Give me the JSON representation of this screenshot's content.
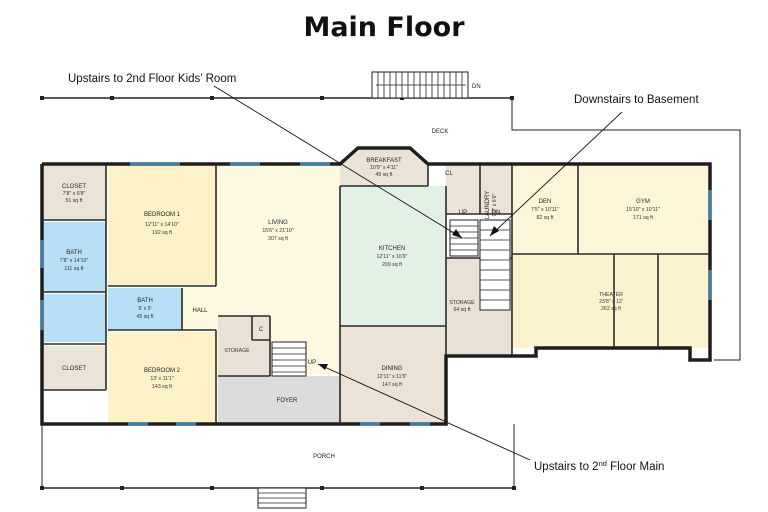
{
  "title": "Main Floor",
  "callouts": {
    "kids_room": "Upstairs to 2nd Floor Kids’ Room",
    "basement": "Downstairs to Basement",
    "main_prefix": "Upstairs to 2",
    "main_sup": "nd",
    "main_suffix": " Floor Main"
  },
  "labels": {
    "deck": "DECK",
    "porch": "PORCH",
    "hall": "HALL",
    "foyer": "FOYER",
    "storage_left": "STORAGE",
    "closet_c": "C",
    "cl": "CL",
    "up_stair": "UP",
    "up_foyer": "UP",
    "dn_stair": "DN",
    "dn_deck": "DN",
    "laundry": "LAUNDRY",
    "laundry_dim": "9'0\" x 6'6\""
  },
  "rooms": {
    "closet1": {
      "name": "CLOSET",
      "dim": "7'8\" x 6'8\"",
      "area": "51 sq ft"
    },
    "bedroom1": {
      "name": "BEDROOM 1",
      "dim": "12'11\" x 14'10\"",
      "area": "192 sq ft"
    },
    "living": {
      "name": "LIVING",
      "dim": "15'6\" x 21'10\"",
      "area": "307 sq ft"
    },
    "breakfast": {
      "name": "BREAKFAST",
      "dim": "10'9\" x 4'11\"",
      "area": "49 sq ft"
    },
    "kitchen": {
      "name": "KITCHEN",
      "dim": "12'11\" x 16'9\"",
      "area": "209 sq ft"
    },
    "bath1": {
      "name": "BATH",
      "dim": "7'8\" x 14'10\"",
      "area": "111 sq ft"
    },
    "bath2": {
      "name": "BATH",
      "dim": "9' x 5'",
      "area": "45 sq ft"
    },
    "closet2": {
      "name": "CLOSET"
    },
    "bedroom2": {
      "name": "BEDROOM 2",
      "dim": "13' x 11'1\"",
      "area": "143 sq ft"
    },
    "dining": {
      "name": "DINING",
      "dim": "12'11\" x 11'5\"",
      "area": "147 sq ft"
    },
    "den": {
      "name": "DEN",
      "dim": "7'5\" x 10'11\"",
      "area": "82 sq ft"
    },
    "gym": {
      "name": "GYM",
      "dim": "15'10\" x 10'11\"",
      "area": "171 sq ft"
    },
    "storage_right": {
      "name": "STORAGE",
      "area": "64 sq ft"
    },
    "theater": {
      "name": "THEATER",
      "dim": "23'8\" x 12'",
      "area": "262 sq ft"
    }
  },
  "colors": {
    "wall": "#1e1e1e",
    "bedroom": "#fdf1c7",
    "living": "#fdf8e0",
    "kitchen": "#e3f1e5",
    "bath": "#b7dff5",
    "closet": "#ebe3d6",
    "storage": "#e9e1d5",
    "foyer": "#dcdcdc",
    "theater": "#fdf2cf",
    "gym": "#fdf5d8",
    "window": "#3d7fa8"
  }
}
